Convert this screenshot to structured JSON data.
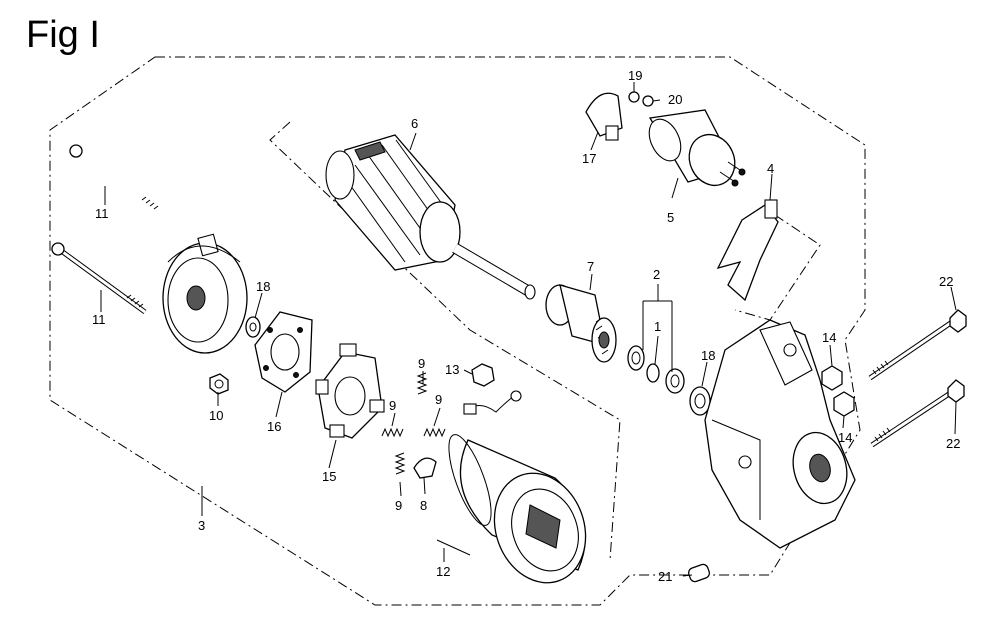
{
  "figure_title": "Fig I",
  "callouts": [
    {
      "id": "c1",
      "text": "1"
    },
    {
      "id": "c2",
      "text": "2"
    },
    {
      "id": "c3",
      "text": "3"
    },
    {
      "id": "c4",
      "text": "4"
    },
    {
      "id": "c5",
      "text": "5"
    },
    {
      "id": "c6",
      "text": "6"
    },
    {
      "id": "c7",
      "text": "7"
    },
    {
      "id": "c8",
      "text": "8"
    },
    {
      "id": "c9a",
      "text": "9"
    },
    {
      "id": "c9b",
      "text": "9"
    },
    {
      "id": "c9c",
      "text": "9"
    },
    {
      "id": "c9d",
      "text": "9"
    },
    {
      "id": "c10",
      "text": "10"
    },
    {
      "id": "c11a",
      "text": "11"
    },
    {
      "id": "c11b",
      "text": "11"
    },
    {
      "id": "c12",
      "text": "12"
    },
    {
      "id": "c13",
      "text": "13"
    },
    {
      "id": "c14a",
      "text": "14"
    },
    {
      "id": "c14b",
      "text": "14"
    },
    {
      "id": "c15",
      "text": "15"
    },
    {
      "id": "c16",
      "text": "16"
    },
    {
      "id": "c17",
      "text": "17"
    },
    {
      "id": "c18a",
      "text": "18"
    },
    {
      "id": "c18b",
      "text": "18"
    },
    {
      "id": "c19",
      "text": "19"
    },
    {
      "id": "c20",
      "text": "20"
    },
    {
      "id": "c21",
      "text": "21"
    },
    {
      "id": "c22a",
      "text": "22"
    },
    {
      "id": "c22b",
      "text": "22"
    }
  ]
}
